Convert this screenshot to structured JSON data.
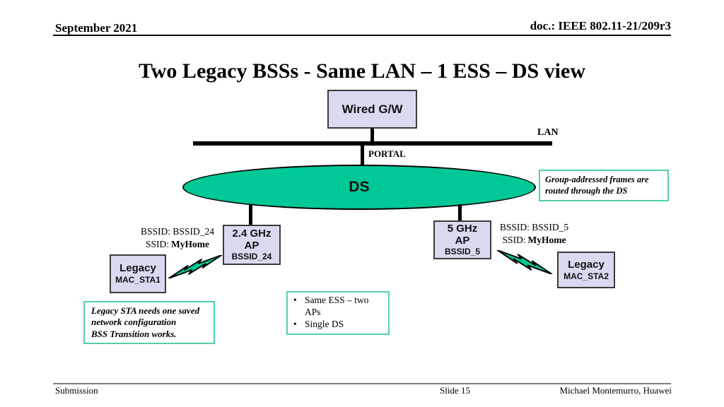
{
  "colors": {
    "ds_green": "#00C896",
    "node_lavender": "#D9D9F0",
    "callout_border": "#52CFAC",
    "footer_rule": "#7F7F7F"
  },
  "header": {
    "date": "September 2021",
    "doc": "doc.: IEEE 802.11-21/209r3"
  },
  "title": "Two Legacy BSSs - Same LAN – 1 ESS – DS view",
  "bullet": "•",
  "diagram": {
    "gateway": "Wired G/W",
    "lan": "LAN",
    "portal": "PORTAL",
    "ds": "DS",
    "ds_note": {
      "line1": "Group-addressed frames are",
      "line2": "routed through the DS"
    },
    "ap24": {
      "freq": "2.4 GHz",
      "role": "AP",
      "bssid": "BSSID_24"
    },
    "ap24_info": {
      "bssid_line": "BSSID: BSSID_24",
      "ssid_label": "SSID:",
      "ssid_value": "MyHome"
    },
    "ap5": {
      "freq": "5 GHz",
      "role": "AP",
      "bssid": "BSSID_5"
    },
    "ap5_info": {
      "bssid_line": "BSSID: BSSID_5",
      "ssid_label": "SSID:",
      "ssid_value": "MyHome"
    },
    "sta1": {
      "name": "Legacy",
      "mac": "MAC_STA1"
    },
    "sta2": {
      "name": "Legacy",
      "mac": "MAC_STA2"
    },
    "sta_note": {
      "line1": "Legacy STA needs one saved",
      "line2": "network configuration",
      "line3": "BSS Transition works."
    },
    "bullets": [
      "Same ESS – two APs",
      "Single DS"
    ]
  },
  "footer": {
    "left": "Submission",
    "center": "Slide 15",
    "right": "Michael Montemurro, Huawei"
  }
}
